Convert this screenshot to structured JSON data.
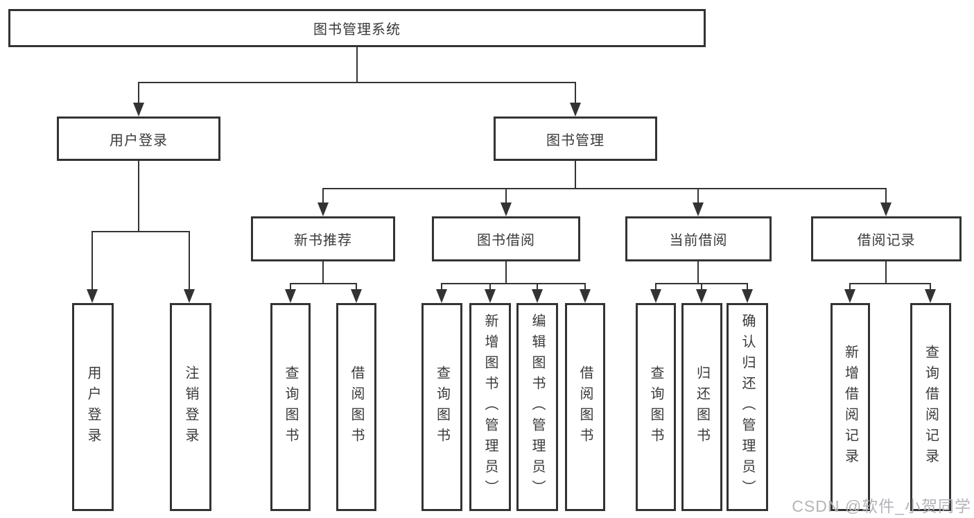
{
  "diagram": {
    "type": "hierarchy-tree",
    "title": "图书管理系统",
    "structure": {
      "图书管理系统": {
        "用户登录": [
          "用户登录",
          "注销登录"
        ],
        "图书管理": {
          "新书推荐": [
            "查询图书",
            "借阅图书"
          ],
          "图书借阅": [
            "查询图书",
            "新增图书（管理员）",
            "编辑图书（管理员）",
            "借阅图书"
          ],
          "当前借阅": [
            "查询图书",
            "归还图书",
            "确认归还（管理员）"
          ],
          "借阅记录": [
            "新增借阅记录",
            "查询借阅记录"
          ]
        }
      }
    }
  },
  "nodes": {
    "root": {
      "label": "图书管理系统"
    },
    "user_login": {
      "label": "用户登录"
    },
    "book_mgmt": {
      "label": "图书管理"
    },
    "rec": {
      "label": "新书推荐"
    },
    "borrow": {
      "label": "图书借阅"
    },
    "current": {
      "label": "当前借阅"
    },
    "record": {
      "label": "借阅记录"
    },
    "leaf_user_login": {
      "label": "用户登录"
    },
    "leaf_logout": {
      "label": "注销登录"
    },
    "rec_query": {
      "label": "查询图书"
    },
    "rec_borrow": {
      "label": "借阅图书"
    },
    "bor_query": {
      "label": "查询图书"
    },
    "bor_add": {
      "label": "新增图书（管理员）"
    },
    "bor_edit": {
      "label": "编辑图书（管理员）"
    },
    "bor_borrow": {
      "label": "借阅图书"
    },
    "cur_query": {
      "label": "查询图书"
    },
    "cur_return": {
      "label": "归还图书"
    },
    "cur_confirm": {
      "label": "确认归还（管理员）"
    },
    "rcd_add": {
      "label": "新增借阅记录"
    },
    "rcd_query": {
      "label": "查询借阅记录"
    }
  },
  "watermark": "CSDN @软件_小贺同学",
  "colors": {
    "line": "#333333",
    "text": "#3a3a3a",
    "background": "#ffffff",
    "watermark": "#b4b4b9"
  }
}
